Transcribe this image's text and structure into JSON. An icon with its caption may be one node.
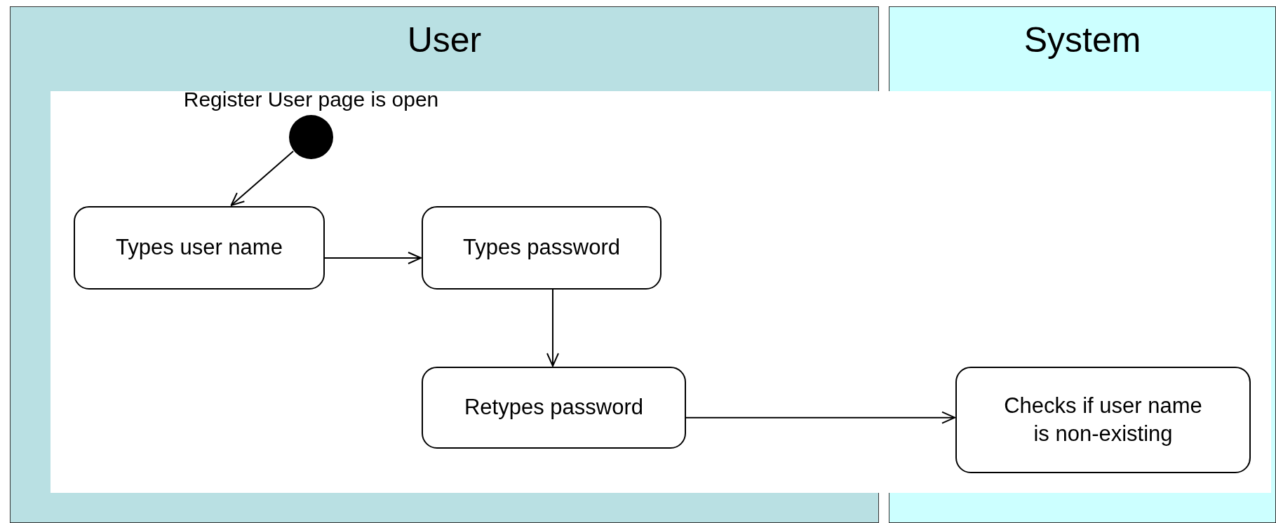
{
  "diagram": {
    "nodes": [
      {
        "text": [
          "User"
        ]
      },
      {
        "text": [
          "System"
        ]
      },
      {
        "text": [],
        "shape": "circle",
        "beside": [
          "Register User page is open"
        ],
        "in": 0
      },
      {
        "text": [
          "Types user name"
        ],
        "in": 0
      },
      {
        "text": [
          "Types password"
        ],
        "in": 0
      },
      {
        "text": [
          "Retypes password"
        ],
        "in": 0
      },
      {
        "text": [
          "Checks if user name is non-existing"
        ],
        "in": 1
      }
    ],
    "edges": [
      {
        "from": 2,
        "to": 3,
        "arrow": "to"
      },
      {
        "from": 3,
        "to": 4,
        "arrow": "to"
      },
      {
        "from": 4,
        "to": 5,
        "arrow": "to"
      },
      {
        "from": 5,
        "to": 6,
        "arrow": "to"
      }
    ]
  }
}
